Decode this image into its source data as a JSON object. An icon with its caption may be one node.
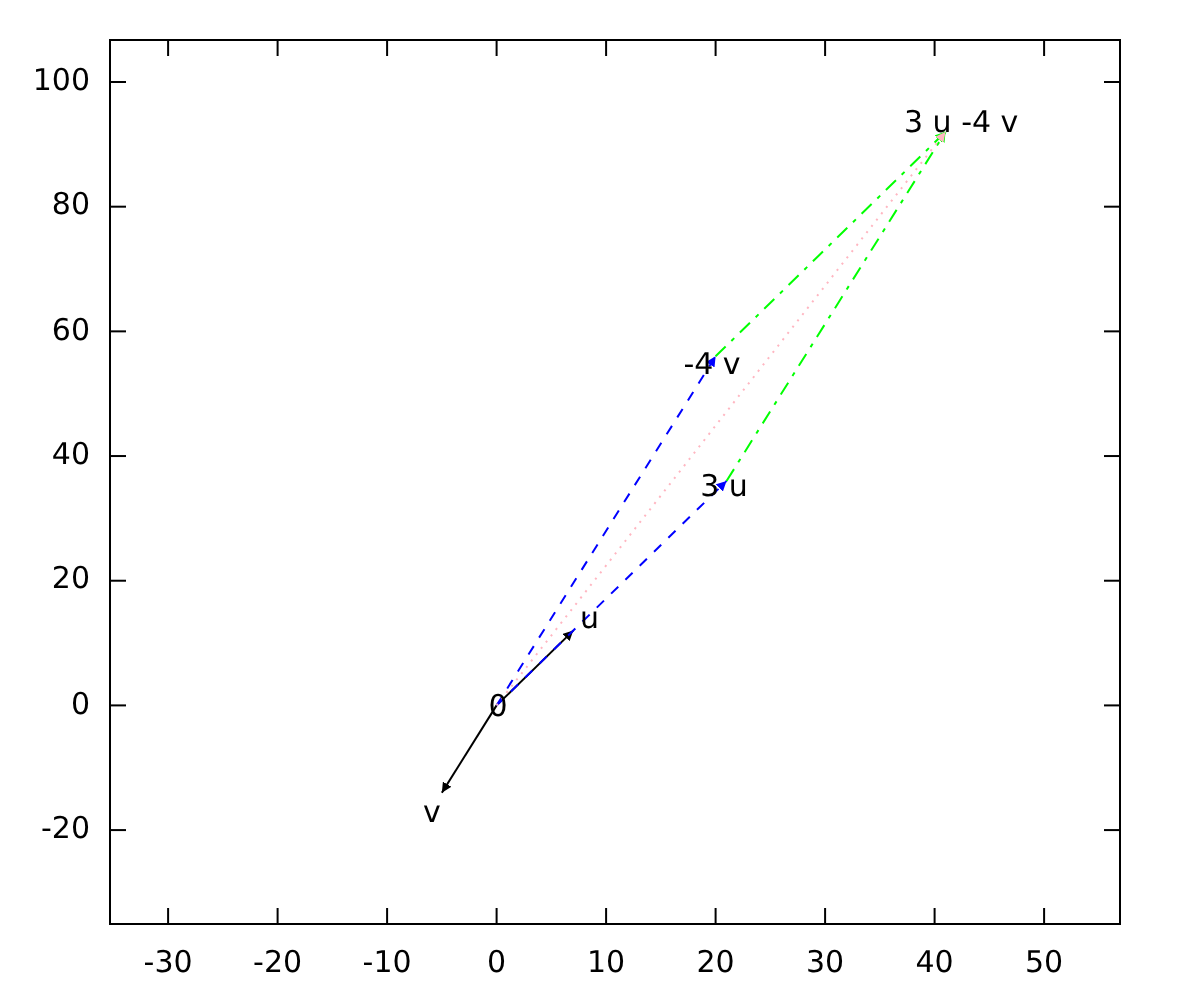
{
  "diagram": {
    "nodes": [
      {
        "text": [
          "0"
        ]
      },
      {
        "text": [
          "u"
        ]
      },
      {
        "text": [
          "v"
        ]
      },
      {
        "text": [
          "3 u"
        ]
      },
      {
        "text": [
          "-4 v"
        ]
      },
      {
        "text": [
          "3 u -4 v"
        ]
      }
    ],
    "edges": [
      {
        "from": 0,
        "to": 1,
        "arrow": "to"
      },
      {
        "from": 0,
        "to": 2,
        "arrow": "to"
      },
      {
        "from": 0,
        "to": 3,
        "arrow": "to",
        "style": "dashed",
        "color": "#0000ff"
      },
      {
        "from": 0,
        "to": 4,
        "arrow": "to",
        "style": "dashed",
        "color": "#0000ff"
      },
      {
        "from": 3,
        "to": 5,
        "arrow": "to",
        "style": "dashed",
        "color": "#00ff00"
      },
      {
        "from": 4,
        "to": 5,
        "arrow": "to",
        "style": "dashed",
        "color": "#00ff00"
      },
      {
        "from": 0,
        "to": 5,
        "arrow": "to",
        "style": "dashed",
        "color": "#ffb6c1"
      }
    ],
    "labels": [
      "100",
      "80",
      "60",
      "40",
      "20",
      "0",
      "-20",
      "-30",
      "-20",
      "-10",
      "0",
      "10",
      "20",
      "30",
      "40",
      "50"
    ]
  }
}
